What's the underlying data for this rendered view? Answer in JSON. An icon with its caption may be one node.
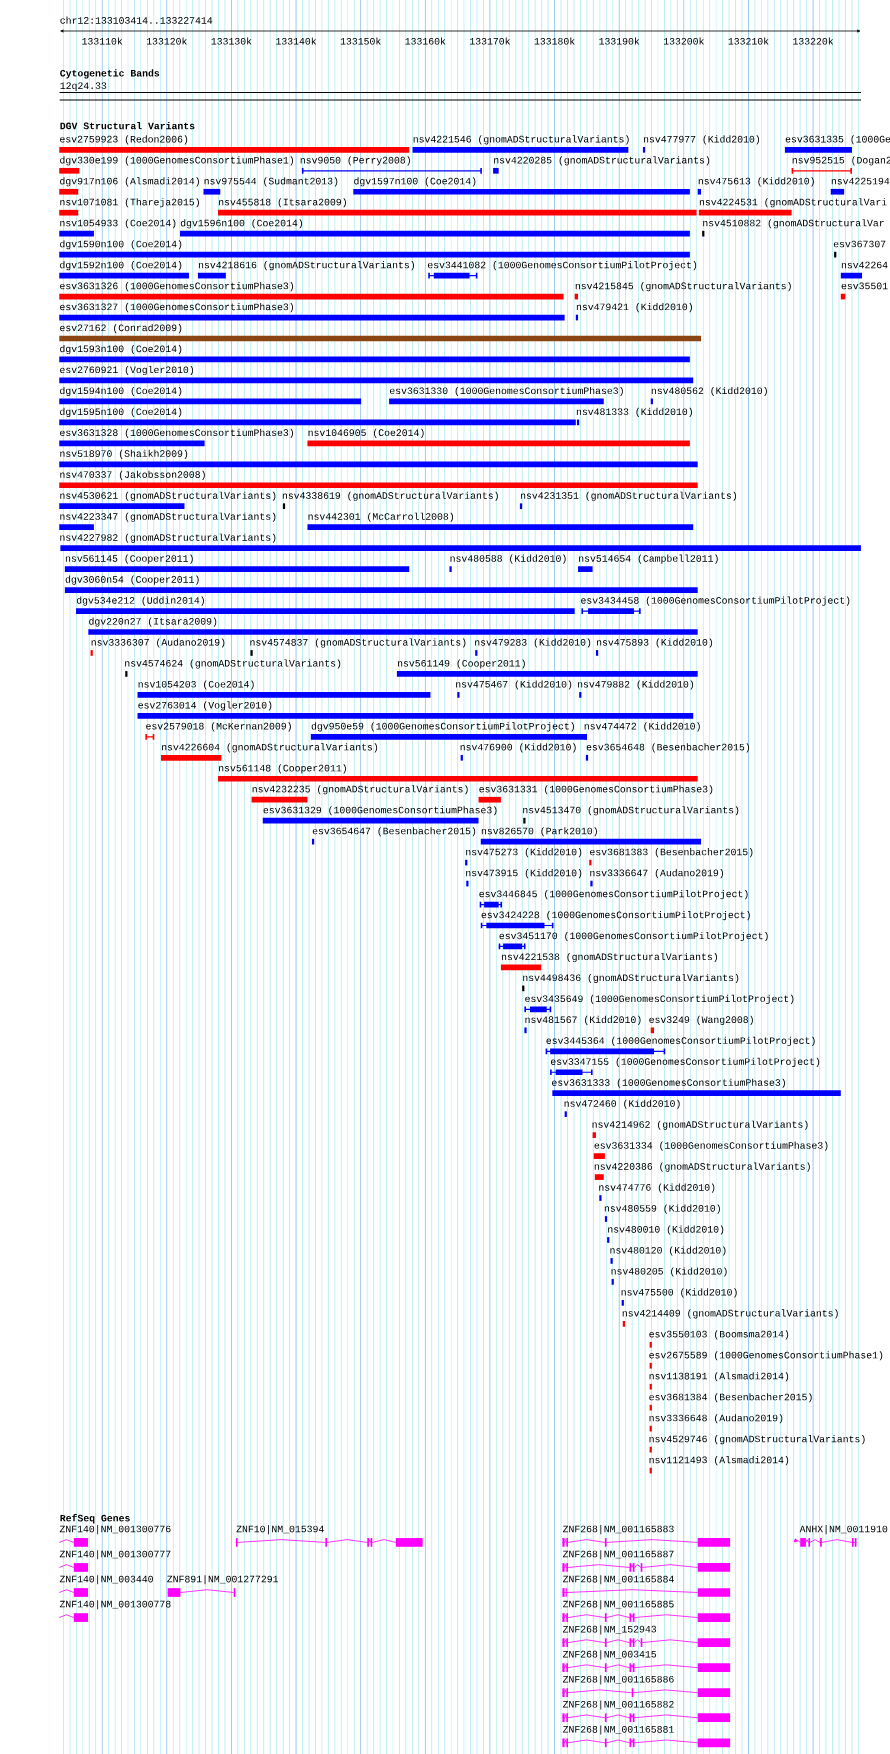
{
  "diagram": {
    "labels": [
      "chr12:133103414..133227414",
      "133110k",
      "133120k",
      "133130k",
      "133140k",
      "133150k",
      "133160k",
      "133170k",
      "133180k",
      "133190k",
      "133200k",
      "133210k",
      "133220k",
      "Cytogenetic Bands",
      "12q24.33",
      "DGV Structural Variants",
      "esv2759923 (Redon2006)",
      "nsv4221546 (gnomADStructuralVariants)",
      "nsv477977 (Kidd2010)",
      "esv3631335 (1000Ge",
      "dgv330e199 (1000GenomesConsortiumPhase1)",
      "nsv9050 (Perry2008)",
      "nsv4220285 (gnomADStructuralVariants)",
      "nsv952515 (Dogan2",
      "dgv917n106 (Alsmadi2014)",
      "nsv975544 (Sudmant2013)",
      "dgv1597n100 (Coe2014)",
      "nsv475613 (Kidd2010)",
      "nsv4225194",
      "nsv1071081 (Thareja2015)",
      "nsv455818 (Itsara2009)",
      "nsv4224531 (gnomADStructuralVari",
      "nsv1054933 (Coe2014)",
      "dgv1596n100 (Coe2014)",
      "nsv4510882 (gnomADStructuralVar",
      "dgv1590n100 (Coe2014)",
      "esv367307",
      "dgv1592n100 (Coe2014)",
      "nsv4218616 (gnomADStructuralVariants)",
      "esv3441082 (1000GenomesConsortiumPilotProject)",
      "nsv42264",
      "esv3631326 (1000GenomesConsortiumPhase3)",
      "nsv4215845 (gnomADStructuralVariants)",
      "esv35501",
      "esv3631327 (1000GenomesConsortiumPhase3)",
      "nsv479421 (Kidd2010)",
      "esv27162 (Conrad2009)",
      "dgv1593n100 (Coe2014)",
      "esv2760921 (Vogler2010)",
      "dgv1594n100 (Coe2014)",
      "esv3631330 (1000GenomesConsortiumPhase3)",
      "nsv480562 (Kidd2010)",
      "dgv1595n100 (Coe2014)",
      "nsv481333 (Kidd2010)",
      "esv3631328 (1000GenomesConsortiumPhase3)",
      "nsv1046905 (Coe2014)",
      "nsv518970 (Shaikh2009)",
      "nsv470337 (Jakobsson2008)",
      "nsv4530621 (gnomADStructuralVariants)",
      "nsv4338619 (gnomADStructuralVariants)",
      "nsv4231351 (gnomADStructuralVariants)",
      "nsv4223347 (gnomADStructuralVariants)",
      "nsv442301 (McCarroll2008)",
      "nsv4227982 (gnomADStructuralVariants)",
      "nsv561145 (Cooper2011)",
      "nsv480588 (Kidd2010)",
      "nsv514654 (Campbell2011)",
      "dgv3060n54 (Cooper2011)",
      "dgv534e212 (Uddin2014)",
      "esv3434458 (1000GenomesConsortiumPilotProject)",
      "dgv220n27 (Itsara2009)",
      "nsv3336307 (Audano2019)",
      "nsv4574837 (gnomADStructuralVariants)",
      "nsv479283 (Kidd2010)",
      "nsv475893 (Kidd2010)",
      "nsv4574624 (gnomADStructuralVariants)",
      "nsv561149 (Cooper2011)",
      "nsv1054203 (Coe2014)",
      "nsv475467 (Kidd2010)",
      "nsv479882 (Kidd2010)",
      "esv2763014 (Vogler2010)",
      "esv2579018 (McKernan2009)",
      "dgv950e59 (1000GenomesConsortiumPilotProject)",
      "nsv474472 (Kidd2010)",
      "nsv4226604 (gnomADStructuralVariants)",
      "nsv476900 (Kidd2010)",
      "esv3654648 (Besenbacher2015)",
      "nsv561148 (Cooper2011)",
      "nsv4232235 (gnomADStructuralVariants)",
      "esv3631331 (1000GenomesConsortiumPhase3)",
      "esv3631329 (1000GenomesConsortiumPhase3)",
      "nsv4513470 (gnomADStructuralVariants)",
      "esv3654647 (Besenbacher2015)",
      "nsv826570 (Park2010)",
      "nsv475273 (Kidd2010)",
      "esv3681383 (Besenbacher2015)",
      "nsv473915 (Kidd2010)",
      "nsv3336647 (Audano2019)",
      "esv3446845 (1000GenomesConsortiumPilotProject)",
      "esv3424228 (1000GenomesConsortiumPilotProject)",
      "esv3451170 (1000GenomesConsortiumPilotProject)",
      "nsv4221538 (gnomADStructuralVariants)",
      "nsv4498436 (gnomADStructuralVariants)",
      "esv3435649 (1000GenomesConsortiumPilotProject)",
      "nsv481567 (Kidd2010)",
      "esv3249 (Wang2008)",
      "esv3445364 (1000GenomesConsortiumPilotProject)",
      "esv3347155 (1000GenomesConsortiumPilotProject)",
      "esv3631333 (1000GenomesConsortiumPhase3)",
      "nsv472460 (Kidd2010)",
      "nsv4214962 (gnomADStructuralVariants)",
      "esv3631334 (1000GenomesConsortiumPhase3)",
      "nsv4220386 (gnomADStructuralVariants)",
      "nsv474776 (Kidd2010)",
      "nsv480559 (Kidd2010)",
      "nsv480010 (Kidd2010)",
      "nsv480120 (Kidd2010)",
      "nsv480205 (Kidd2010)",
      "nsv475500 (Kidd2010)",
      "nsv4214409 (gnomADStructuralVariants)",
      "esv3550103 (Boomsma2014)",
      "esv2675589 (1000GenomesConsortiumPhase1)",
      "nsv1138191 (Alsmadi2014)",
      "esv3681384 (Besenbacher2015)",
      "nsv3336648 (Audano2019)",
      "nsv4529746 (gnomADStructuralVariants)",
      "nsv1121493 (Alsmadi2014)",
      "RefSeq Genes",
      "ZNF140|NM_001300776",
      "ZNF10|NM_015394",
      "ZNF268|NM_001165883",
      "ANHX|NM_0011910",
      "ZNF140|NM_001300777",
      "ZNF268|NM_001165887",
      "ZNF140|NM_003440",
      "ZNF891|NM_001277291",
      "ZNF268|NM_001165884",
      "ZNF140|NM_001300778",
      "ZNF268|NM_001165885",
      "ZNF268|NM_152943",
      "ZNF268|NM_003415",
      "ZNF268|NM_001165886",
      "ZNF268|NM_001165882",
      "ZNF268|NM_001165881"
    ]
  }
}
